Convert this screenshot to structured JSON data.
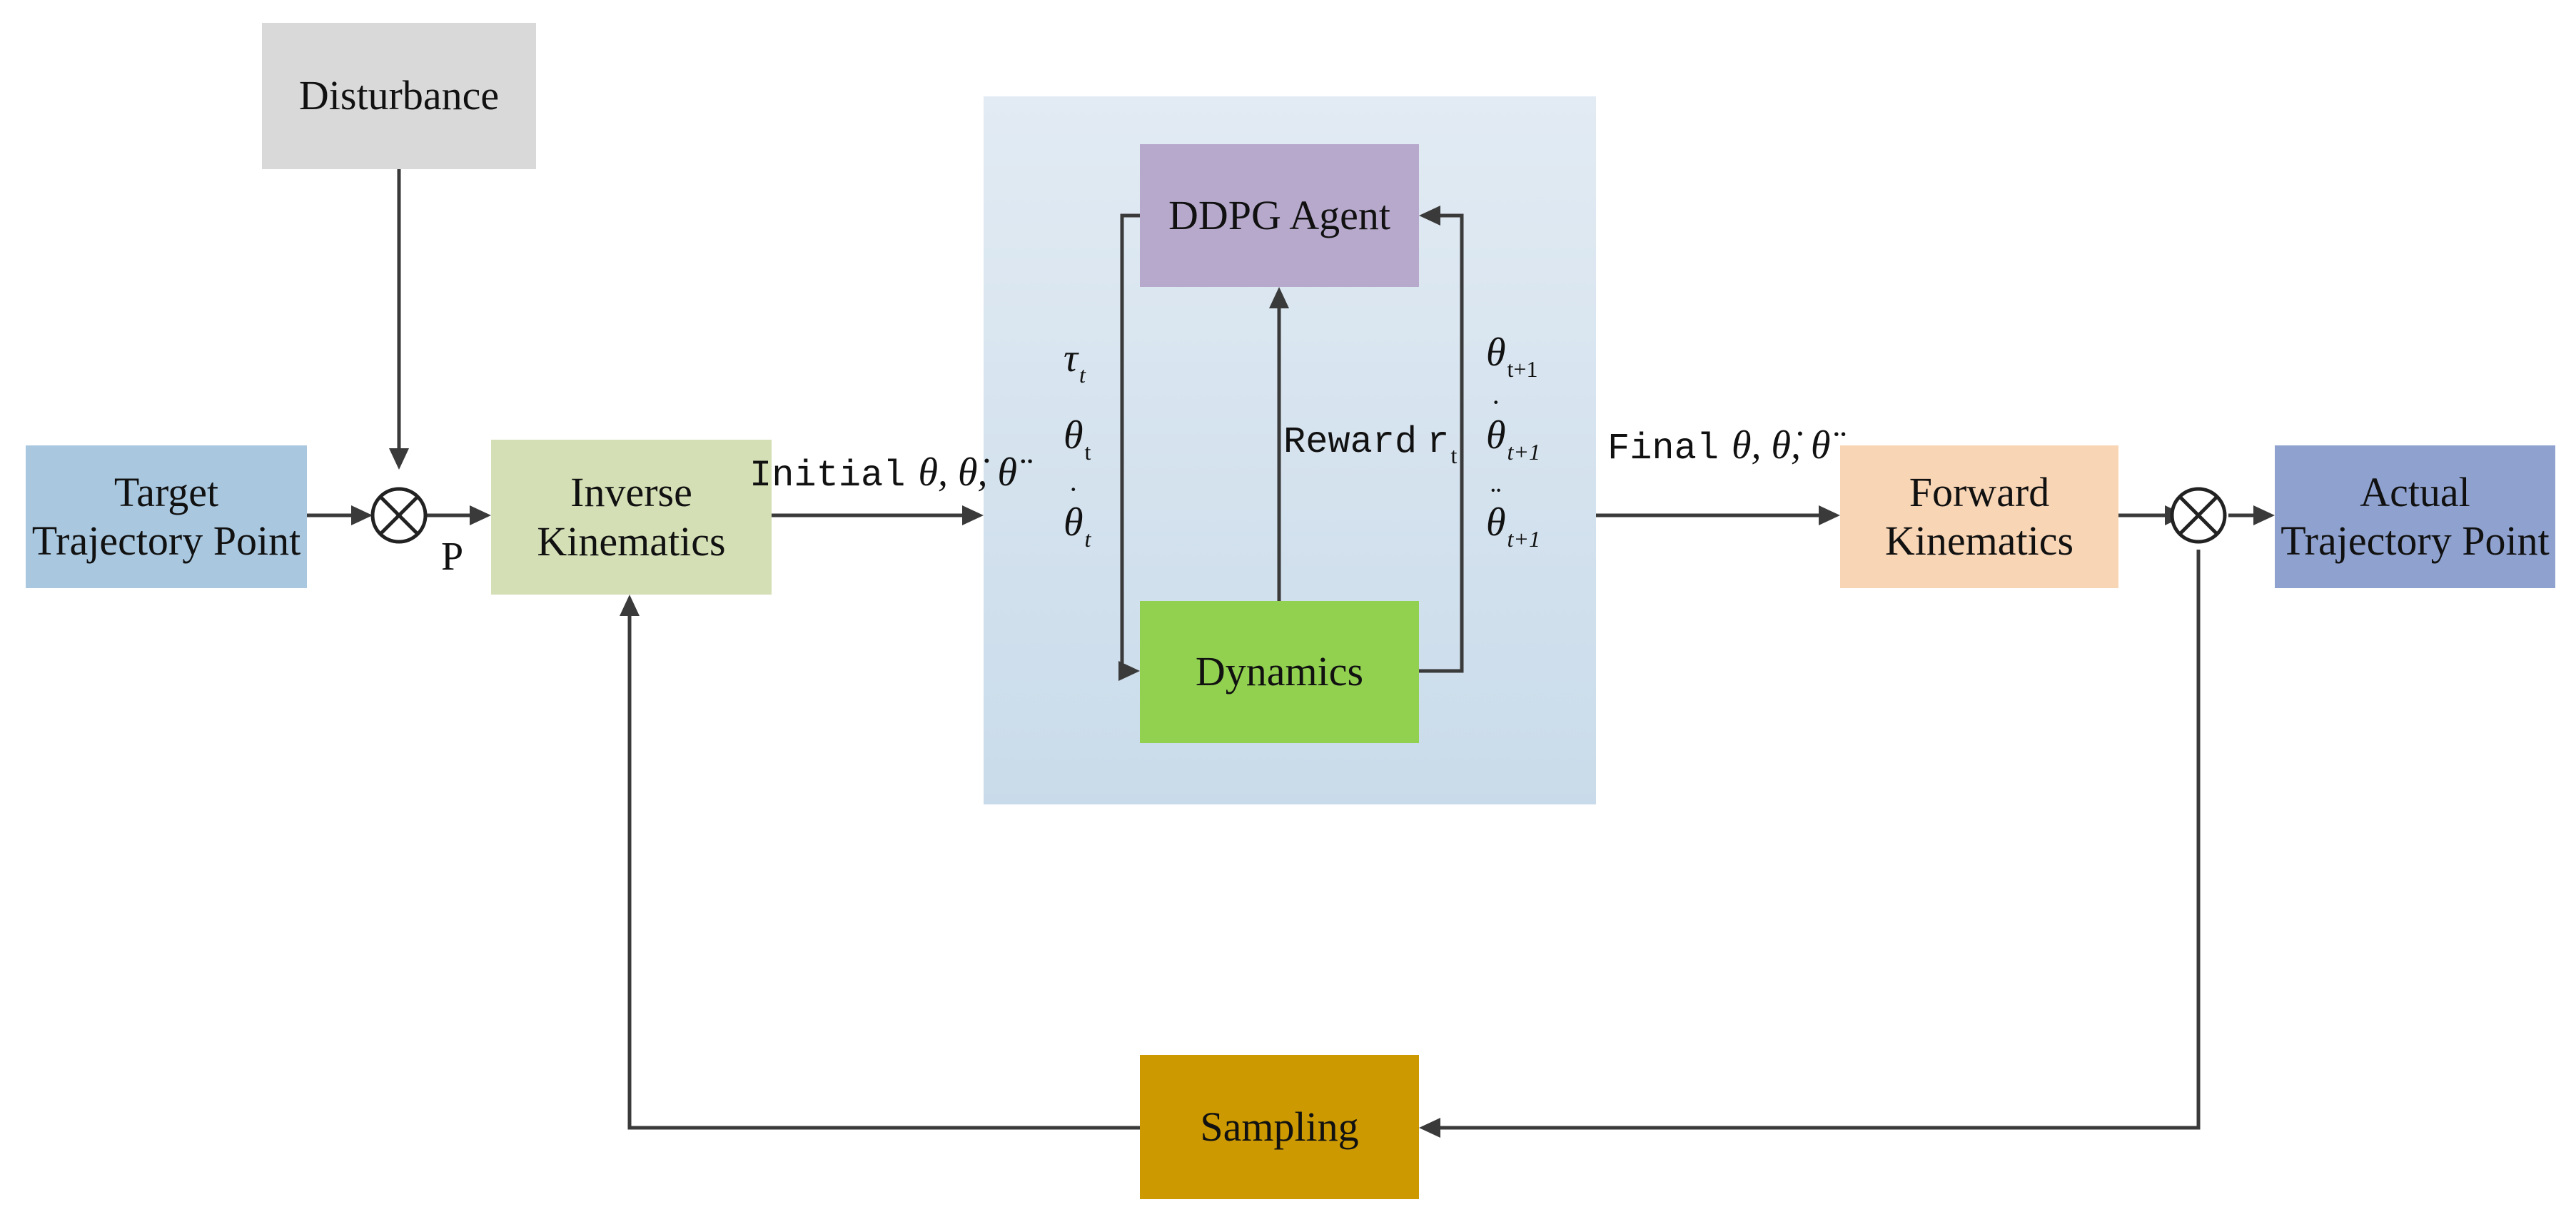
{
  "blocks": {
    "target": {
      "label_line1": "Target",
      "label_line2": "Trajectory Point",
      "color": "#a9c8e0"
    },
    "disturbance": {
      "label": "Disturbance",
      "color": "#d9d9d9"
    },
    "inverse": {
      "label_line1": "Inverse",
      "label_line2": "Kinematics",
      "color": "#d4dfb5"
    },
    "ddpg": {
      "label": "DDPG Agent",
      "color": "#b7a9cc"
    },
    "dynamics": {
      "label": "Dynamics",
      "color": "#92d050"
    },
    "forward": {
      "label_line1": "Forward",
      "label_line2": "Kinematics",
      "color": "#f8d5b5"
    },
    "actual": {
      "label_line1": "Actual",
      "label_line2": "Trajectory Point",
      "color": "#8fa2cf"
    },
    "sampling": {
      "label": "Sampling",
      "color": "#cc9900"
    },
    "rl_region": {
      "color_top": "#e2ebf3",
      "color_bottom": "#c9dbea"
    }
  },
  "labels": {
    "p": "P",
    "initial": "Initial",
    "final": "Final",
    "reward": "Reward",
    "reward_sub": "t",
    "theta_triplet": "θ, θ̇, θ̈",
    "left_tau": "τ",
    "left_tau_sub": "t",
    "left_theta": "θ",
    "left_theta_sub": "t",
    "left_thetadot": "θ",
    "left_thetadot_sub": "t",
    "right_theta": "θ",
    "right_theta_sub": "t+1",
    "right_thetadot": "θ",
    "right_thetadot_sub": "t+1",
    "right_thetaddot": "θ",
    "right_thetaddot_sub": "t+1",
    "reward_r": "r"
  }
}
